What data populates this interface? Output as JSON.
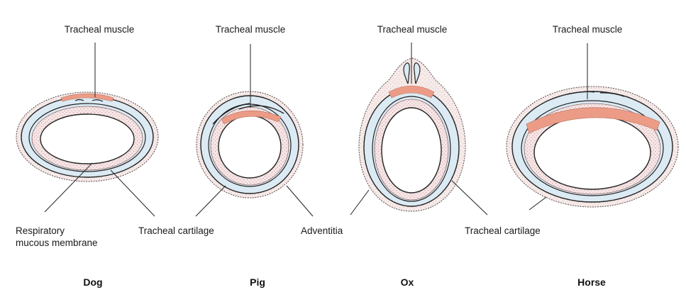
{
  "labels": {
    "dog_muscle": "Tracheal muscle",
    "pig_muscle": "Tracheal muscle",
    "ox_muscle": "Tracheal muscle",
    "horse_muscle": "Tracheal muscle",
    "respiratory_line1": "Respiratory",
    "respiratory_line2": "mucous membrane",
    "cartilage_left": "Tracheal cartilage",
    "adventitia": "Adventitia",
    "cartilage_right": "Tracheal cartilage"
  },
  "species": [
    "Dog",
    "Pig",
    "Ox",
    "Horse"
  ],
  "colors": {
    "cartilage": "#dbeaf3",
    "mucosa": "#f6e4e4",
    "mucosa_dots": "#c89aa0",
    "muscle": "#ec9c86",
    "adventitia": "#f5e8e6",
    "outline": "#2a2a2a"
  }
}
